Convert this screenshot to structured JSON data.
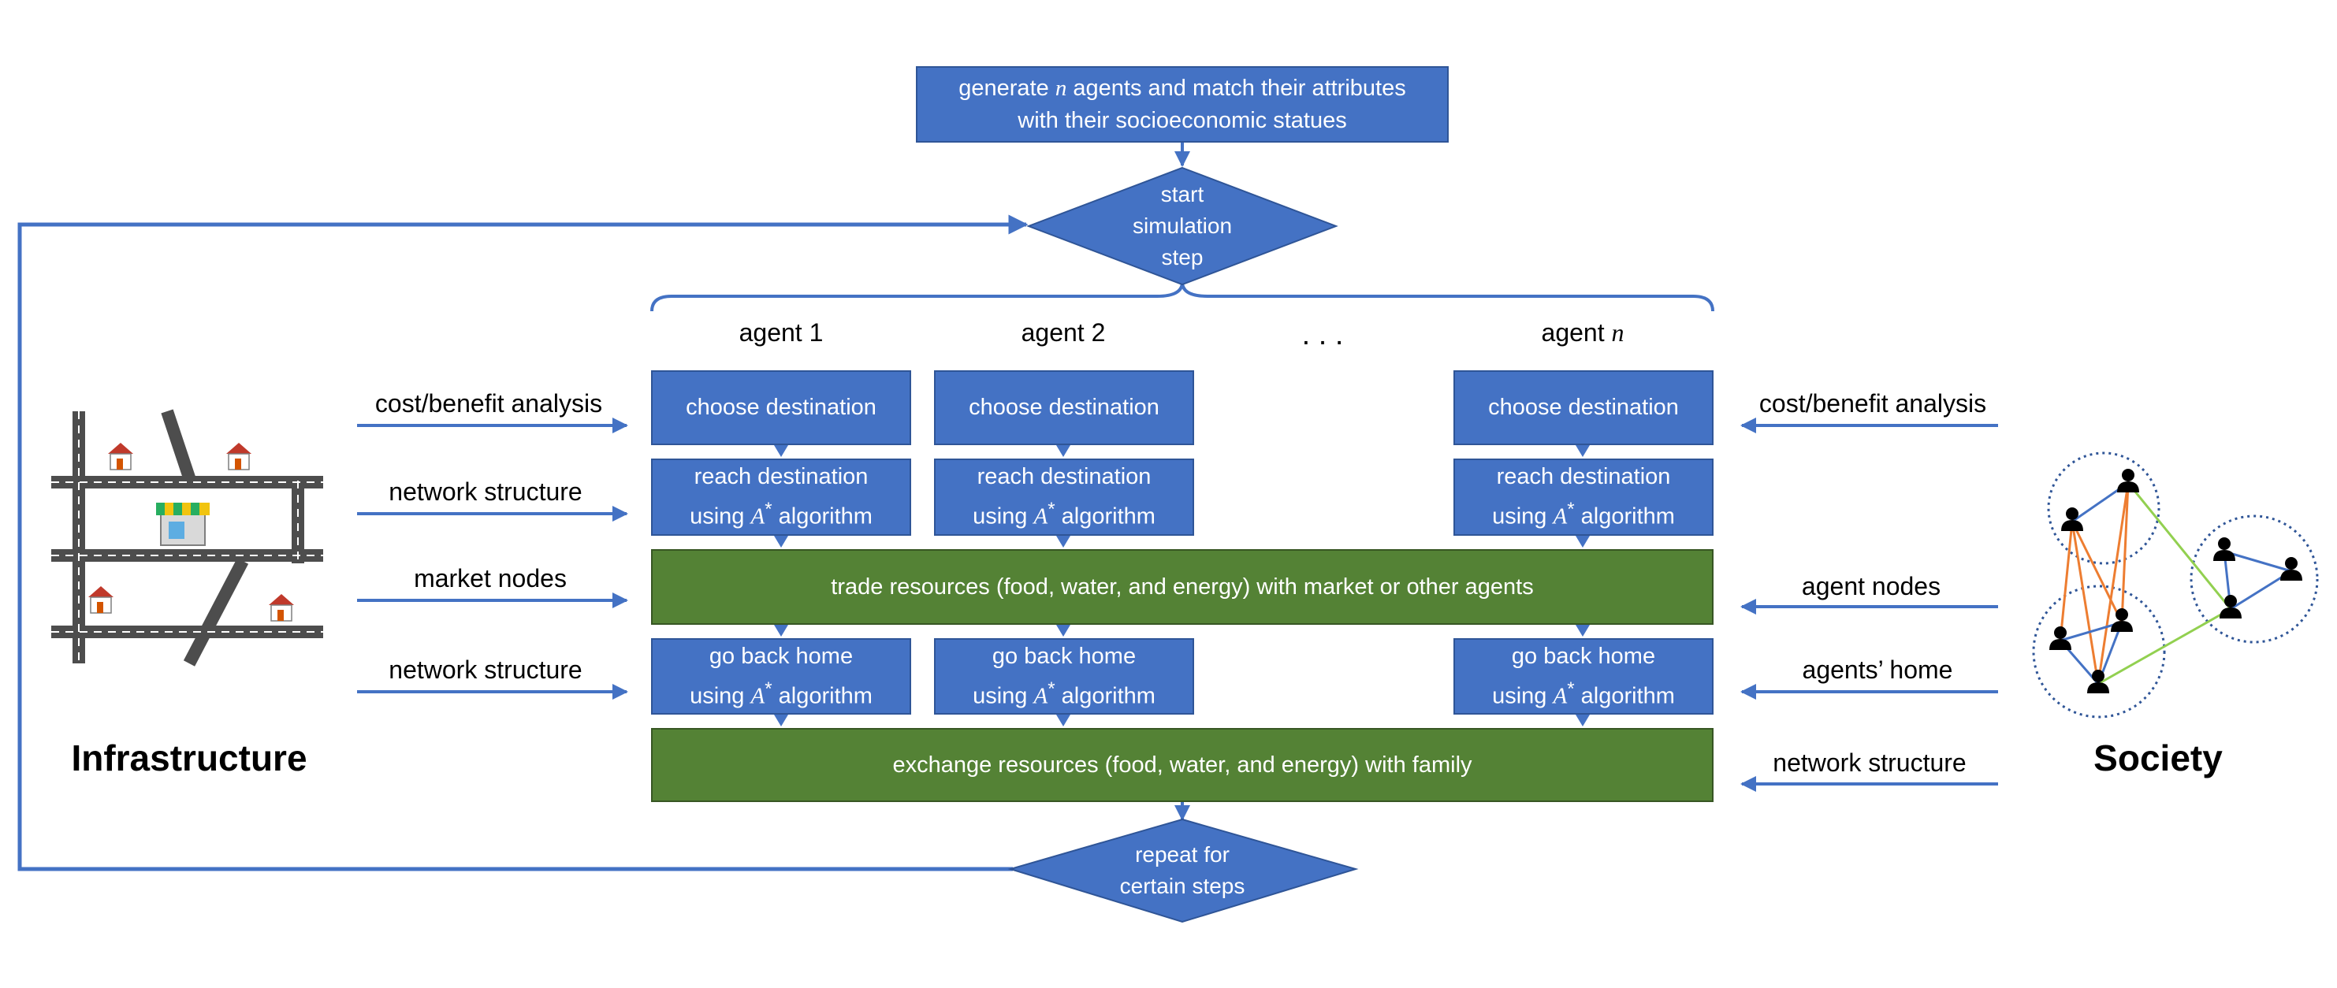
{
  "colors": {
    "box_blue": "#4472c4",
    "box_green": "#548235",
    "arrow": "#4472c4"
  },
  "top_box": {
    "line1_pre": "generate ",
    "n": "n",
    "line1_post": " agents and match their attributes",
    "line2": "with their socioeconomic statues"
  },
  "start_diamond": {
    "line1": "start",
    "line2": "simulation",
    "line3": "step"
  },
  "agents": {
    "a1": "agent 1",
    "a2": "agent 2",
    "dots": ". . .",
    "an_pre": "agent ",
    "an_n": "n"
  },
  "steps": {
    "choose": "choose destination",
    "reach_line1": "reach destination",
    "using_pre": "using ",
    "a_star": "A",
    "star": "*",
    "using_post": " algorithm",
    "home_line1": "go back home"
  },
  "trade_bar": "trade resources (food, water, and energy) with market or other agents",
  "exchange_bar": "exchange resources (food, water, and energy) with family",
  "repeat_diamond": {
    "line1": "repeat for",
    "line2": "certain steps"
  },
  "left_inputs": [
    "cost/benefit analysis",
    "network structure",
    "market nodes",
    "network structure"
  ],
  "right_inputs": [
    "cost/benefit analysis",
    "agent nodes",
    "agents’ home",
    "network structure"
  ],
  "infrastructure_label": "Infrastructure",
  "society_label": "Society",
  "icons": [
    "house-icon",
    "store-icon",
    "person-icon",
    "road-map-icon",
    "social-network-icon"
  ]
}
